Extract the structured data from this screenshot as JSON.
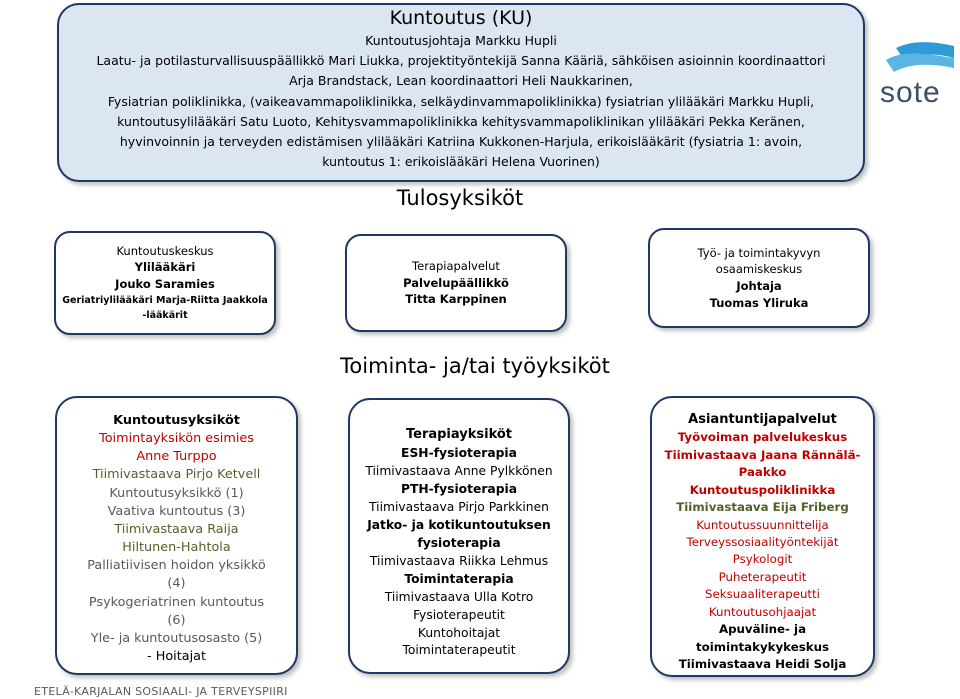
{
  "top": {
    "title": "Kuntoutus (KU)",
    "lines": [
      "Kuntoutusjohtaja Markku Hupli",
      "Laatu- ja potilasturvallisuuspäällikkö Mari Liukka, projektityöntekijä Sanna Kääriä, sähköisen asioinnin koordinaattori",
      "Arja Brandstack, Lean koordinaattori Heli Naukkarinen,",
      "Fysiatrian poliklinikka, (vaikeavammapoliklinikka, selkäydinvammapoliklinikka) fysiatrian ylilääkäri Markku Hupli,",
      "kuntoutusylilääkäri Satu Luoto, Kehitysvammapoliklinikka kehitysvammapoliklinikan ylilääkäri Pekka Keränen,",
      "hyvinvoinnin ja terveyden edistämisen ylilääkäri Katriina Kukkonen-Harjula, erikoislääkärit (fysiatria 1: avoin,",
      "kuntoutus 1: erikoislääkäri Helena Vuorinen)"
    ]
  },
  "logo": {
    "text": "sote"
  },
  "headings": {
    "tulosyksikot": "Tulosyksiköt",
    "toiminta": "Toiminta- ja/tai työyksiköt"
  },
  "units": {
    "kuntoutuskeskus": [
      "Kuntoutuskeskus",
      "Ylilääkäri",
      "Jouko Saramies",
      "Geriatriylilääkäri Marja-Riitta Jaakkola",
      "-lääkärit"
    ],
    "terapia": [
      "Terapiapalvelut",
      "Palvelupäällikkö",
      "Titta Karppinen"
    ],
    "tyo": [
      "Työ- ja toimintakyvyn",
      "osaamiskeskus",
      "Johtaja",
      "Tuomas Yliruka"
    ]
  },
  "columns": {
    "kuntoutus": [
      "Kuntoutusyksiköt",
      "Toimintayksikön esimies",
      "Anne Turppo",
      "Tiimivastaava Pirjo Ketvell",
      "Kuntoutusyksikkö (1)",
      "Vaativa kuntoutus (3)",
      "Tiimivastaava Raija",
      "Hiltunen-Hahtola",
      "Palliatiivisen hoidon yksikkö",
      "(4)",
      "Psykogeriatrinen kuntoutus",
      "(6)",
      "Yle- ja kuntoutusosasto (5)",
      "- Hoitajat"
    ],
    "terapia": [
      "Terapiayksiköt",
      "ESH-fysioterapia",
      "Tiimivastaava Anne Pylkkönen",
      "PTH-fysioterapia",
      "Tiimivastaava Pirjo Parkkinen",
      "Jatko- ja kotikuntoutuksen",
      "fysioterapia",
      "Tiimivastaava Riikka Lehmus",
      "Toimintaterapia",
      "Tiimivastaava Ulla Kotro",
      "Fysioterapeutit",
      "Kuntohoitajat",
      "Toimintaterapeutit"
    ],
    "asiantuntija": [
      "Asiantuntijapalvelut",
      "Työvoiman palvelukeskus",
      "Tiimivastaava Jaana Rännälä-",
      "Paakko",
      "Kuntoutuspoliklinikka",
      "Tiimivastaava Eija Friberg",
      "Kuntoutussuunnittelija",
      "Terveyssosiaalityöntekijät",
      "Psykologit",
      "Puheterapeutit",
      "Seksuaaliterapeutti",
      "Kuntoutusohjaajat",
      "Apuväline- ja",
      "toimintakykykeskus",
      "Tiimivastaava Heidi Solja"
    ]
  },
  "footer": "ETELÄ-KARJALAN SOSIAALI- JA TERVEYSPIIRI",
  "colors": {
    "border": "#1f3864",
    "top_fill": "#dce6f2",
    "red": "#c00000",
    "olive": "#4f6228",
    "gray": "#595959"
  }
}
